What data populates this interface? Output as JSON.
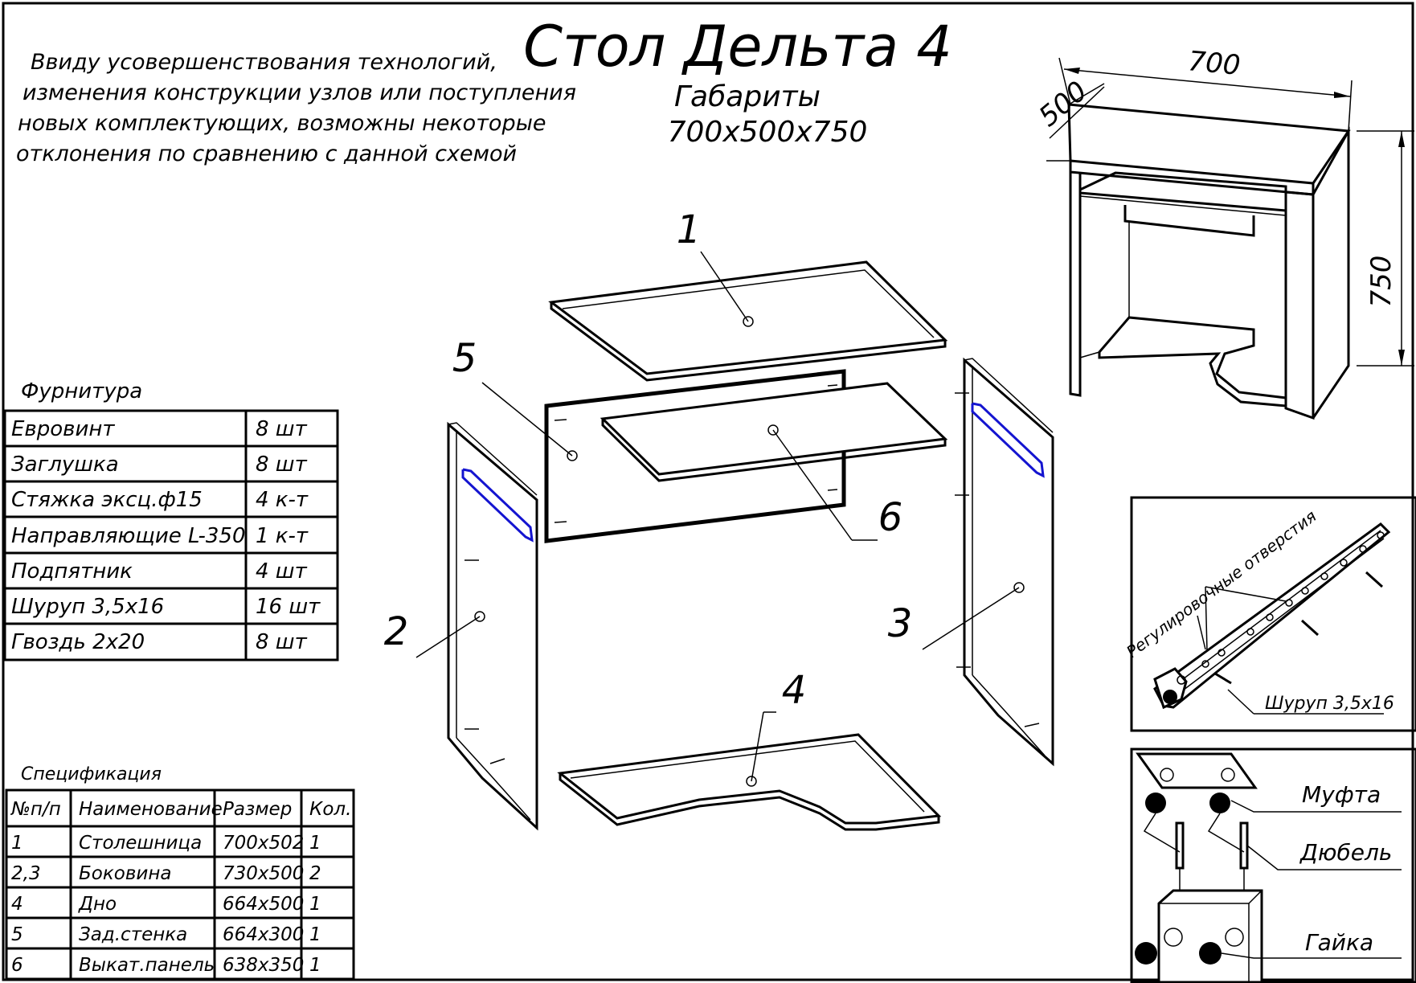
{
  "title": "Стол Дельта 4",
  "dims_label": "Габариты",
  "dims_value": "700х500х750",
  "notice": [
    "Ввиду усовершенствования технологий,",
    "изменения конструкции узлов или поступления",
    "новых комплектующих, возможны некоторые",
    "отклонения по сравнению с данной схемой"
  ],
  "preview": {
    "width": "700",
    "depth": "500",
    "height": "750"
  },
  "parts": {
    "p1": "1",
    "p2": "2",
    "p3": "3",
    "p4": "4",
    "p5": "5",
    "p6": "6"
  },
  "hardware": {
    "caption": "Фурнитура",
    "rows": [
      {
        "name": "Евровинт",
        "qty": "8 шт"
      },
      {
        "name": "Заглушка",
        "qty": "8 шт"
      },
      {
        "name": "Стяжка эксц.ф15",
        "qty": "4 к-т"
      },
      {
        "name": "Направляющие L-350",
        "qty": "1 к-т"
      },
      {
        "name": "Подпятник",
        "qty": "4 шт"
      },
      {
        "name": "Шуруп 3,5х16",
        "qty": "16 шт"
      },
      {
        "name": "Гвоздь 2х20",
        "qty": "8 шт"
      }
    ]
  },
  "spec": {
    "caption": "Спецификация",
    "headers": [
      "№п/п",
      "Наименование",
      "Размер",
      "Кол."
    ],
    "rows": [
      [
        "1",
        "Столешница",
        "700х502",
        "1"
      ],
      [
        "2,3",
        "Боковина",
        "730х500",
        "2"
      ],
      [
        "4",
        "Дно",
        "664х500",
        "1"
      ],
      [
        "5",
        "Зад.стенка",
        "664х300",
        "1"
      ],
      [
        "6",
        "Выкат.панель",
        "638х350",
        "1"
      ]
    ]
  },
  "rail_detail": {
    "holes_label": "Регулировочные отверстия",
    "screw_label": "Шуруп 3,5х16"
  },
  "cam_detail": {
    "coupling": "Муфта",
    "dowel": "Дюбель",
    "nut": "Гайка"
  },
  "colors": {
    "rail_highlight": "#1414d0"
  }
}
